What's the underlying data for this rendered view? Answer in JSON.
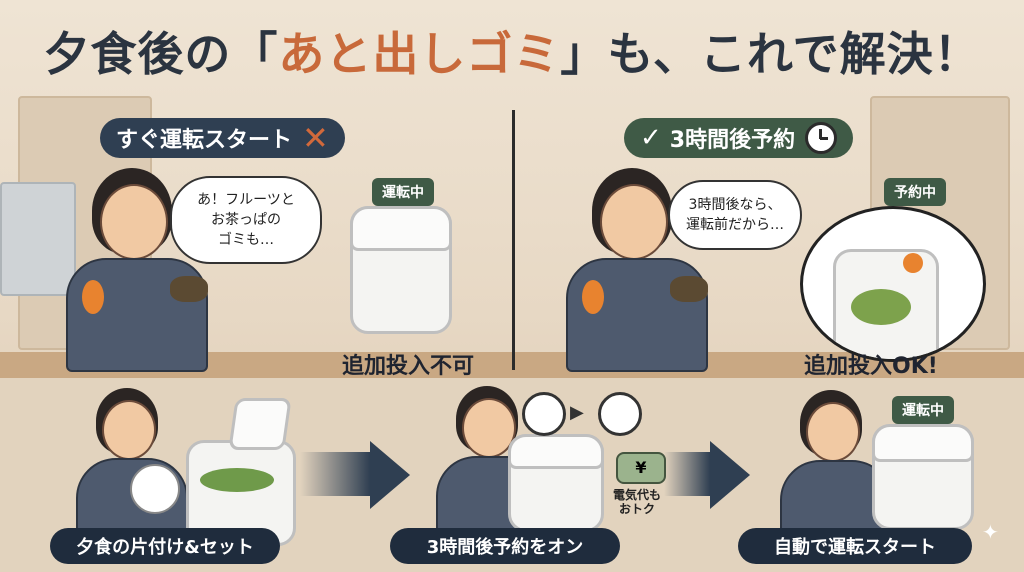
{
  "title": {
    "part1": "夕食後の「",
    "accent": "あと出しゴミ",
    "part2": "」も、これで解決！"
  },
  "left_panel": {
    "header": "すぐ運転スタート",
    "header_mark": "✕",
    "bubble": "あ！フルーツと\nお茶っぱの\nゴミも…",
    "machine_tag": "運転中",
    "note": "追加投入不可"
  },
  "right_panel": {
    "header_check": "✓",
    "header": "3時間後予約",
    "bubble": "3時間後なら、\n運転前だから…",
    "machine_tag": "予約中",
    "note": "追加投入OK!"
  },
  "steps": [
    {
      "caption": "夕食の片付け&セット"
    },
    {
      "caption": "3時間後予約をオン",
      "extra_label": "電気代も\nおトク"
    },
    {
      "caption": "自動で運転スタート",
      "machine_tag": "運転中"
    }
  ],
  "colors": {
    "accent": "#c8693a",
    "dark": "#1f2c3d",
    "green": "#3f5a46"
  },
  "icons": [
    "x-mark-icon",
    "check-icon",
    "clock-icon",
    "arrow-right-icon",
    "yen-icon",
    "sparkle-icon"
  ]
}
